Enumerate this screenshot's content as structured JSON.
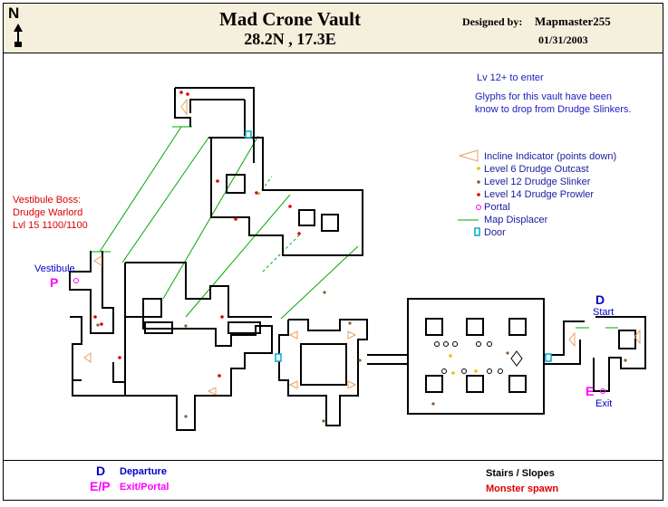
{
  "header": {
    "title": "Mad Crone Vault",
    "coordinates": "28.2N , 17.3E",
    "designed_by_label": "Designed by:",
    "designer": "Mapmaster255",
    "date": "01/31/2003",
    "compass_letter": "N"
  },
  "notes": {
    "level_req": "Lv 12+ to enter",
    "glyph_line1": "Glyphs for this vault have been",
    "glyph_line2": "know to drop from Drudge Slinkers."
  },
  "legend": {
    "incline": "Incline Indicator (points down)",
    "level6": "Level 6 Drudge Outcast",
    "level12": "Level 12 Drudge Slinker",
    "level14": "Level 14 Drudge Prowler",
    "portal": "Portal",
    "displacer": "Map Displacer",
    "door": "Door"
  },
  "boss": {
    "line1": "Vestibule Boss:",
    "line2": "Drudge Warlord",
    "line3": "Lvl 15 1100/1100"
  },
  "map_labels": {
    "vestibule": "Vestibule",
    "p_marker": "P",
    "d_marker": "D",
    "start": "Start",
    "e_marker": "E",
    "exit": "Exit"
  },
  "footer": {
    "d_letter": "D",
    "departure": "Departure",
    "ep_letter": "E/P",
    "exit_portal": "Exit/Portal",
    "stairs": "Stairs / Slopes",
    "spawn": "Monster spawn"
  },
  "colors": {
    "wall": "#000000",
    "displacer": "#00aa00",
    "door": "#00aacc",
    "incline": "#e8a060",
    "level6": "#e8c000",
    "level12": "#8b5a2b",
    "level14": "#dd0000",
    "portal": "#ff00ff",
    "header_bg": "#f5f0dc"
  }
}
